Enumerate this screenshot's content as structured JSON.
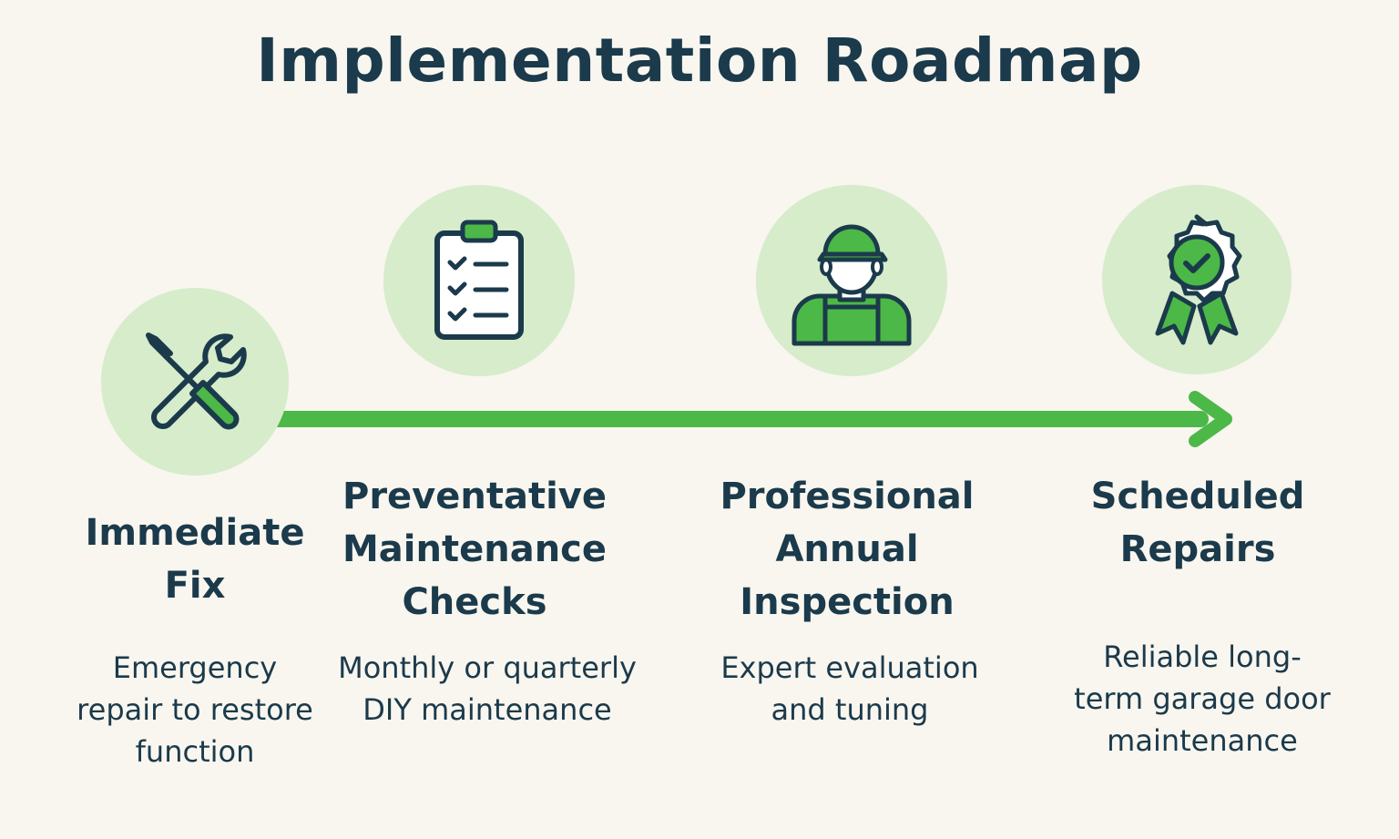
{
  "title": "Implementation Roadmap",
  "colors": {
    "background": "#f8f6ef",
    "circle": "#d6eccb",
    "accent_green": "#4cb847",
    "dark_navy": "#1b3a4b"
  },
  "steps": [
    {
      "icon": "wrench-screwdriver-icon",
      "title": "Immediate\nFix",
      "description": "Emergency\nrepair to restore\nfunction"
    },
    {
      "icon": "clipboard-checklist-icon",
      "title": "Preventative\nMaintenance\nChecks",
      "description": "Monthly or quarterly\nDIY maintenance"
    },
    {
      "icon": "technician-icon",
      "title": "Professional\nAnnual\nInspection",
      "description": "Expert evaluation\nand tuning"
    },
    {
      "icon": "award-badge-icon",
      "title": "Scheduled\nRepairs",
      "description": "Reliable long-\nterm garage door\nmaintenance"
    }
  ]
}
